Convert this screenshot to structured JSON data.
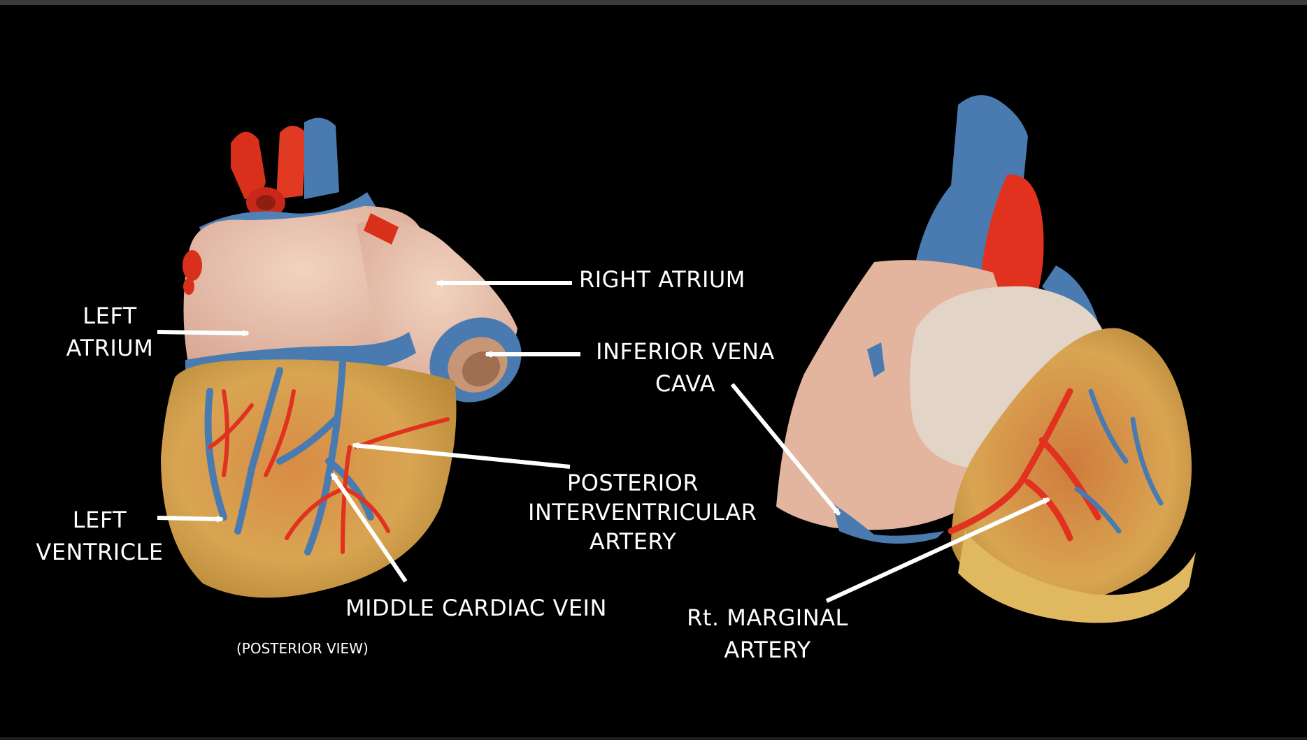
{
  "labels": {
    "left_atrium": [
      "LEFT",
      "ATRIUM"
    ],
    "left_ventricle": [
      "LEFT",
      "VENTRICLE"
    ],
    "right_atrium": "RIGHT ATRIUM",
    "inferior_vena_cava": [
      "INFERIOR VENA",
      "CAVA"
    ],
    "posterior_interventricular_artery": [
      "POSTERIOR",
      "INTERVENTRICULAR",
      "ARTERY"
    ],
    "middle_cardiac_vein": "MIDDLE CARDIAC VEIN",
    "posterior_view": "(POSTERIOR VIEW)",
    "rt_marginal_artery": [
      "Rt. MARGINAL",
      "ARTERY"
    ]
  },
  "colors": {
    "background": "#000000",
    "label_text": "#ffffff",
    "arrow": "#ffffff",
    "atrium_pink": "#e9c2ac",
    "ventricle_yellow": "#d9a64e",
    "ventricle_orange": "#c9783a",
    "vein_blue": "#4a7bb0",
    "artery_red": "#e0321e"
  }
}
